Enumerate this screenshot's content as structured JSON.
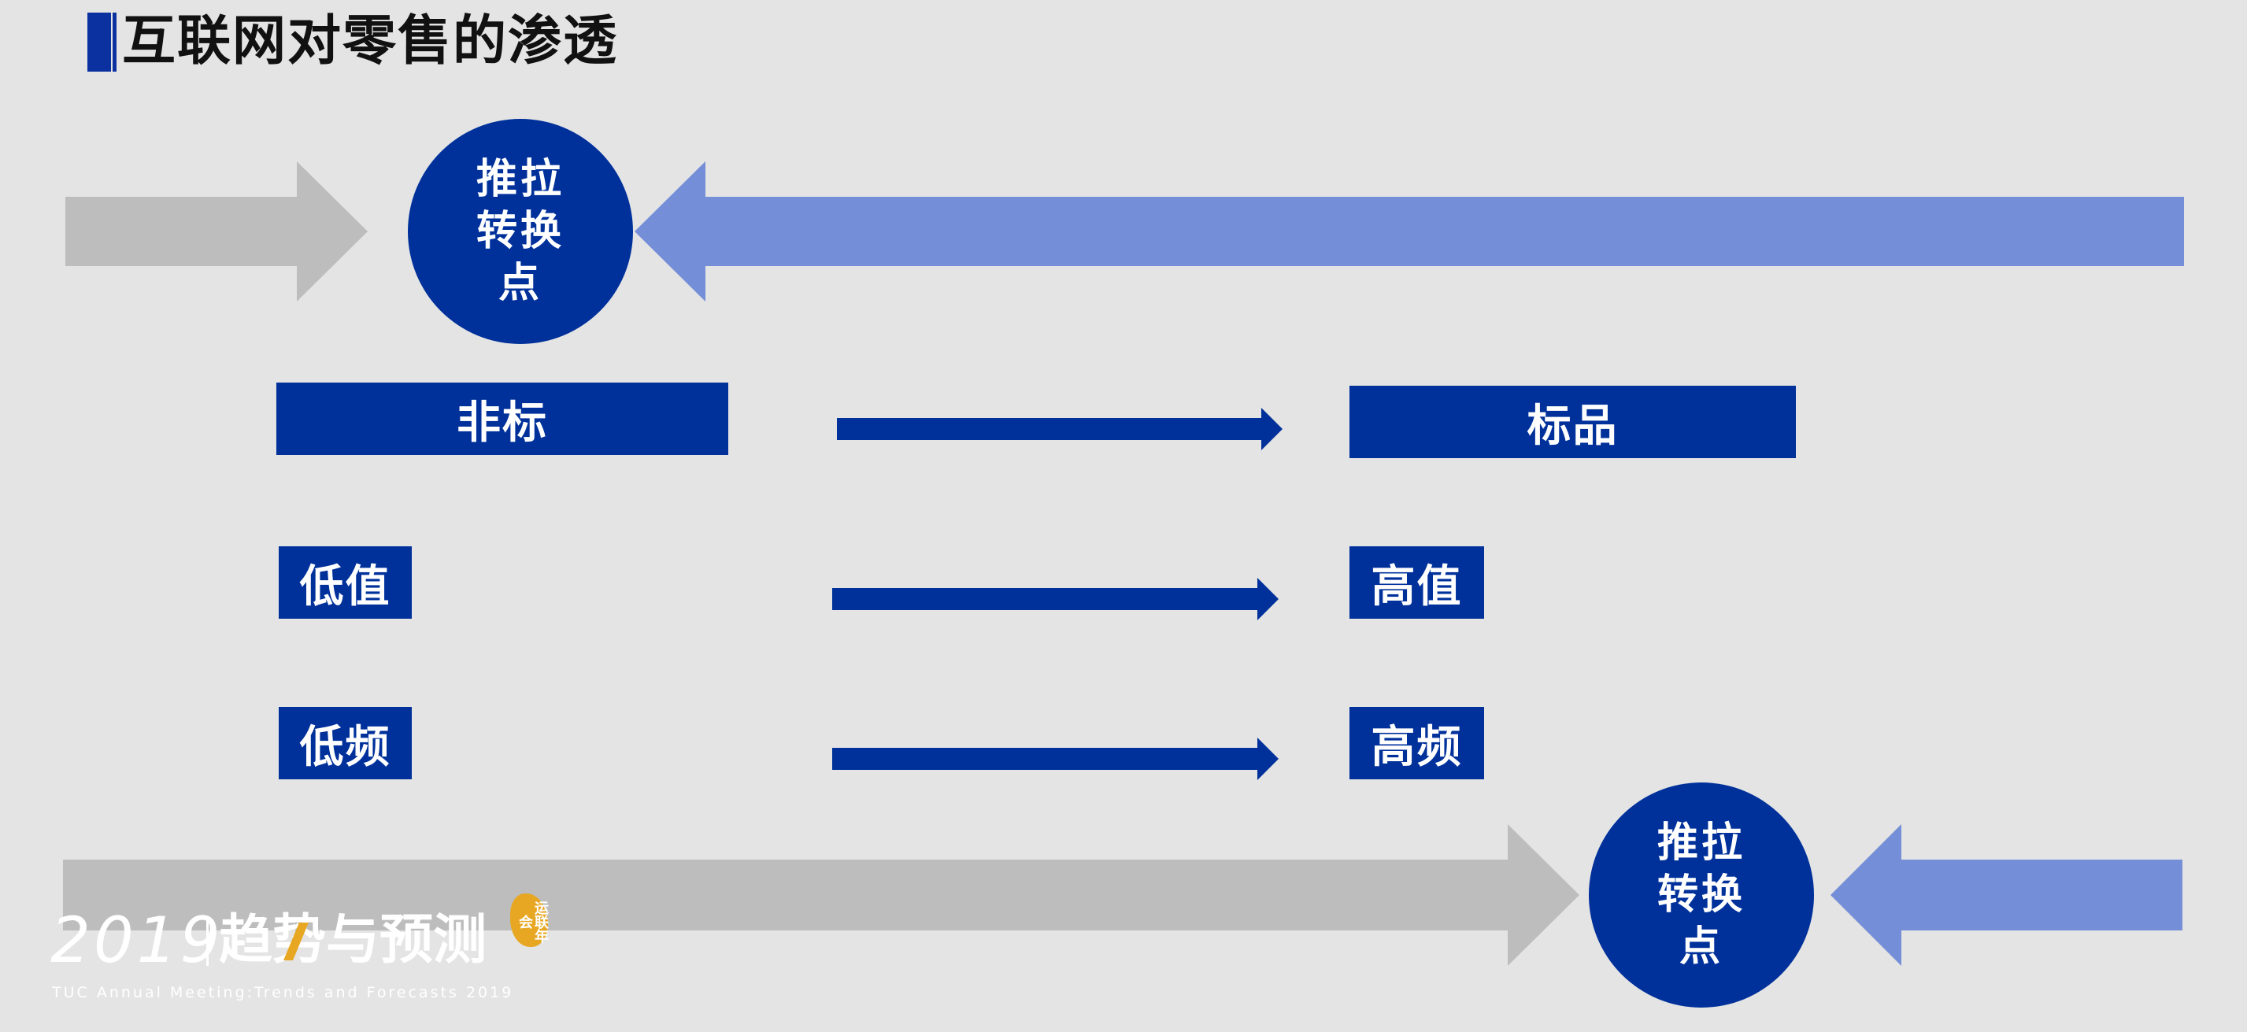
{
  "title": "互联网对零售的渗透",
  "top_flow": {
    "circle_label": "推拉转换点"
  },
  "rows": [
    {
      "left": "非标",
      "right": "标品"
    },
    {
      "left": "低值",
      "right": "高值"
    },
    {
      "left": "低频",
      "right": "高频"
    }
  ],
  "bottom_flow": {
    "circle_label": "推拉转换点"
  },
  "footer": {
    "year": "2019",
    "theme": "趋势与预测",
    "seal_text": "运联年会",
    "subtitle": "TUC Annual Meeting:Trends and Forecasts 2019"
  },
  "colors": {
    "dark_blue": "#00319b",
    "light_blue": "#748fd8",
    "gray_arrow": "#bdbdbd",
    "background": "#e4e4e4",
    "accent_gold": "#e8a722"
  }
}
